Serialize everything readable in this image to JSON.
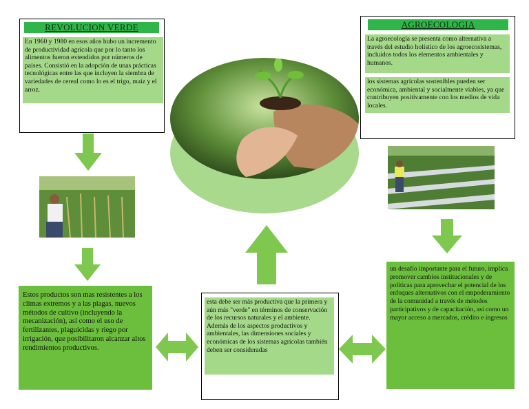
{
  "revolucion": {
    "title": "REVOLUCION VERDE",
    "text": "En 1960 y 1980 en esos años hubo un incremento de productividad agrícola que por lo tanto los alimentos fueron extendidos por números de países. Consistió en la adopción de unas prácticas tecnológicas entre las que incluyen la siembra de variedades de cereal como lo es el trigo, maíz y el arroz."
  },
  "agroecologia": {
    "title": "AGROECOLOGIA",
    "text1": "La agroecología se presenta como alternativa a través del estudio holístico de los agroecosistemas, incluidos todos los elementos ambientales y humanos.",
    "text2": "los sistemas agrícolas sostenibles pueden ser económica, ambiental y socialmente viables, ya que contribuyen positivamente con los medios de vida locales."
  },
  "left_box": {
    "text": "Estos productos son mas resistentes a los climas extremos y a las plagas, nuevos métodos de cultivo (incluyendo la mecanización), así como el uso de fertilizantes, plaguicidas y riego por irrigación, que posibilitaron alcanzar altos rendimientos productivos."
  },
  "center_box": {
    "text": "esta debe ser más productiva que la primera y aún más \"verde\" en términos de conservación de los recursos naturales y el ambiente. Además de los aspectos productivos y ambientales, las dimensiones sociales y económicas de los sistemas agrícolas también deben ser consideradas"
  },
  "right_box": {
    "text": "un desafío importante para el futuro, implica promover cambios institucionales y de políticas para aprovechar el potencial de los enfoques alternativos con el empoderamiento de la comunidad a través de métodos participativos y de capacitación, así como un mayor acceso a mercados, crédito e ingresos"
  },
  "colors": {
    "title_green": "#2fb54a",
    "text_green": "#a5d98a",
    "box_green": "#6cbf3c",
    "arrow_green": "#7ec850"
  }
}
